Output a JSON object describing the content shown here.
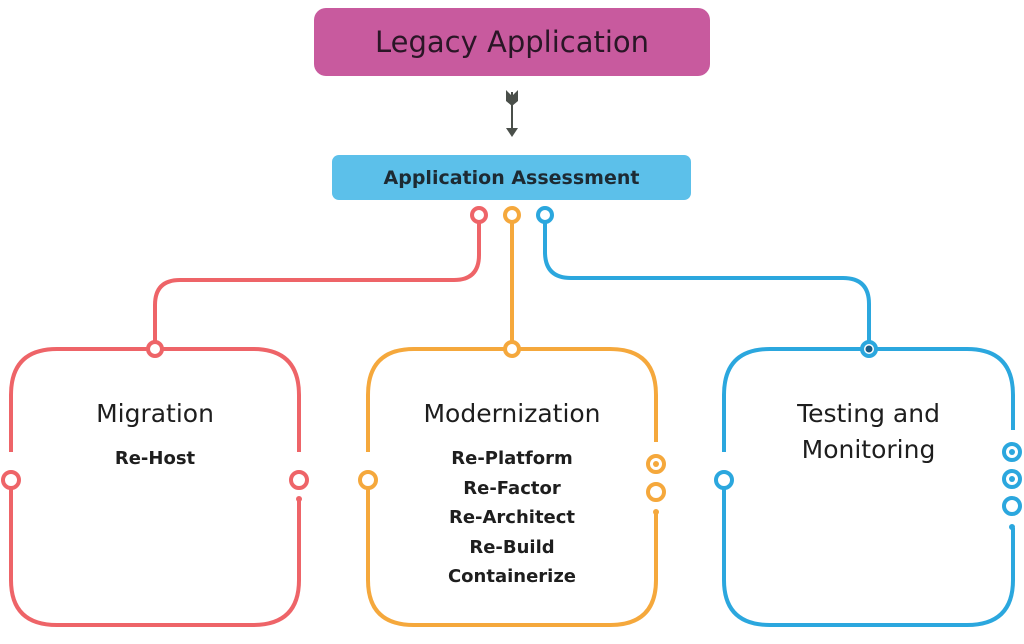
{
  "diagram": {
    "top_node": {
      "label": "Legacy Application",
      "color": "#c85a9e"
    },
    "assessment_node": {
      "label": "Application Assessment",
      "color": "#5cc0ea"
    },
    "arrow": {
      "icon": "arrow-down-icon",
      "color": "#4a4f4a"
    },
    "branches": [
      {
        "title": "Migration",
        "title_line2": "",
        "items": [
          "Re-Host"
        ],
        "color": "#ee6468"
      },
      {
        "title": "Modernization",
        "title_line2": "",
        "items": [
          "Re-Platform",
          "Re-Factor",
          "Re-Architect",
          "Re-Build",
          "Containerize"
        ],
        "color": "#f5a83c"
      },
      {
        "title": "Testing and",
        "title_line2": "Monitoring",
        "items": [],
        "color": "#2ba7de"
      }
    ],
    "text_color": "#1e1e1e"
  }
}
